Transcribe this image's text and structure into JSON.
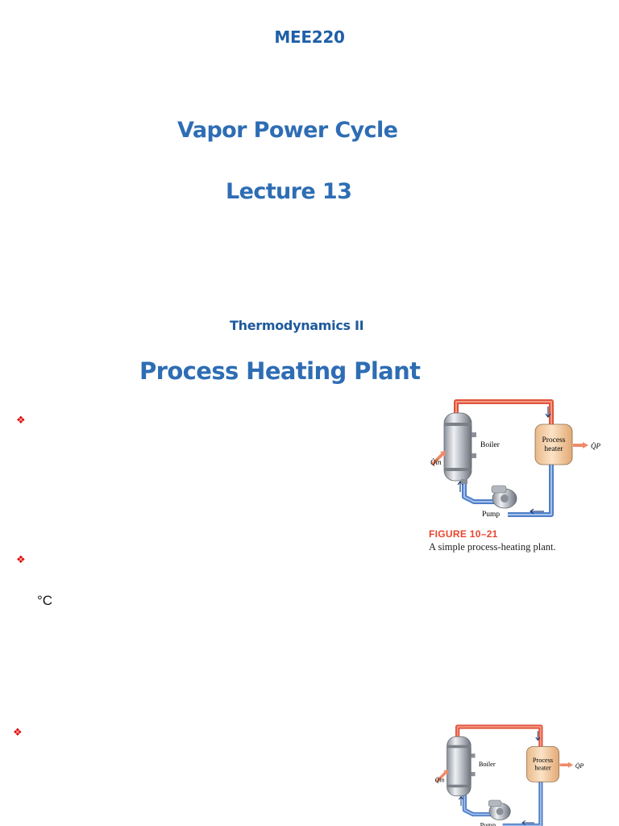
{
  "header": {
    "course_code": "MEE220"
  },
  "titles": {
    "cycle": "Vapor Power Cycle",
    "lecture": "Lecture 13",
    "subject": "Thermodynamics II",
    "section": "Process Heating Plant"
  },
  "bullets": {
    "symbol": "❖",
    "color": "#e01010"
  },
  "units": {
    "degree_c": "°C"
  },
  "figure": {
    "number": "FIGURE 10–21",
    "caption": "A simple process-heating plant.",
    "labels": {
      "boiler": "Boiler",
      "process_heater_line1": "Process",
      "process_heater_line2": "heater",
      "pump": "Pump",
      "q_in": "Q̇in",
      "q_p": "Q̇P"
    },
    "colors": {
      "hot_pipe": "#e0533a",
      "cold_pipe": "#4f7fc9",
      "heater": "#f4d2a8",
      "arrow": "#f08a6a"
    }
  },
  "colors": {
    "title_blue": "#2e6db4"
  }
}
